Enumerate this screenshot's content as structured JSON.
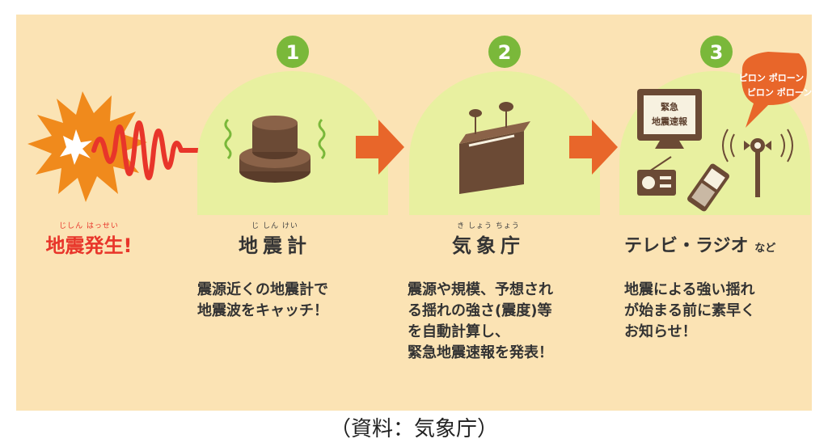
{
  "origin": {
    "ruby": "じしん はっせい",
    "label": "地震発生!"
  },
  "steps": [
    {
      "number": "1",
      "ruby": "じ しん けい",
      "label": "地震計",
      "description": "震源近くの地震計で\n地震波をキャッチ！"
    },
    {
      "number": "2",
      "ruby": "き しょう ちょう",
      "label": "気象庁",
      "description": "震源や規模、予想され\nる揺れの強さ(震度)等\nを自動計算し、\n緊急地震速報を発表！"
    },
    {
      "number": "3",
      "label": "テレビ・ラジオ",
      "label_suffix": "など",
      "tv_text_1": "緊急",
      "tv_text_2": "地震速報",
      "bubble_line_1": "ピロン ポローン",
      "bubble_line_2": "ピロン ポローン",
      "description": "地震による強い揺れ\nが始まる前に素早く\nお知らせ！"
    }
  ],
  "caption": "（資料：気象庁）",
  "colors": {
    "background": "#fbe3b4",
    "dome": "#e8f0a0",
    "badge": "#7ab83a",
    "arrow": "#e8662a",
    "device": "#6b4a35",
    "quake_red": "#e8352a"
  }
}
